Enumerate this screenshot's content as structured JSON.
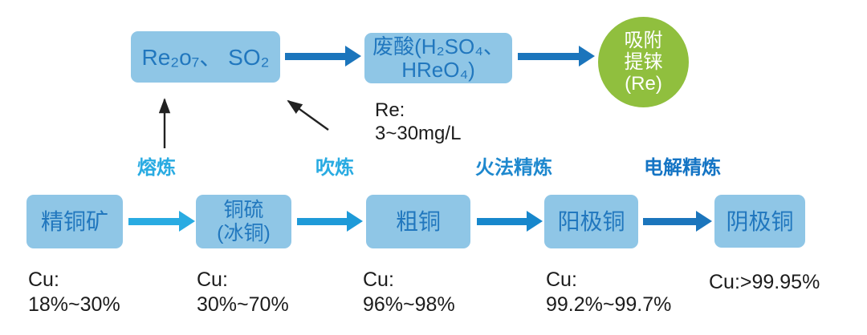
{
  "top_flow": {
    "box1_label": "Re₂o₇、 SO₂",
    "box2_line1": "废酸(H₂SO₄、",
    "box2_line2": "HReO₄)",
    "circle_line1": "吸附",
    "circle_line2": "提铼",
    "circle_line3": "(Re)",
    "re_note_line1": "Re:",
    "re_note_line2": "3~30mg/L"
  },
  "stage_labels": {
    "smelting": "熔炼",
    "converting": "吹炼",
    "fire_refining": "火法精炼",
    "electrolytic_refining": "电解精炼"
  },
  "bottom_flow": {
    "box1": "精铜矿",
    "box2_line1": "铜硫",
    "box2_line2": "(冰铜)",
    "box3": "粗铜",
    "box4": "阳极铜",
    "box5": "阴极铜"
  },
  "cu_notes": {
    "n1_line1": "Cu:",
    "n1_line2": "18%~30%",
    "n2_line1": "Cu:",
    "n2_line2": "30%~70%",
    "n3_line1": "Cu:",
    "n3_line2": "96%~98%",
    "n4_line1": "Cu:",
    "n4_line2": "99.2%~99.7%",
    "n5_line1": "Cu:>99.95%"
  },
  "colors": {
    "box_fill": "#8FC6E6",
    "box_text": "#2177BE",
    "circle_green": "#90BF3E",
    "arrow_light": "#29ABE2",
    "arrow_mid1": "#1E9AD8",
    "arrow_mid2": "#1787CC",
    "arrow_dark": "#1B75BC",
    "label_smelting": "#29ABE2",
    "label_converting": "#29ABE2",
    "label_fire": "#1E88CE",
    "label_electro": "#1474C4",
    "annotation_text": "#1c1c1c"
  }
}
